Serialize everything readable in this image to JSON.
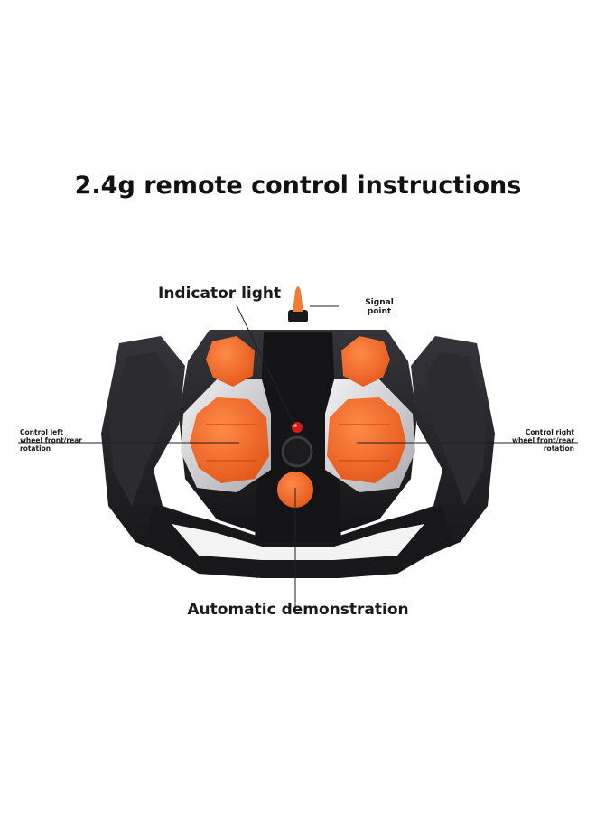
{
  "title": "2.4g remote control instructions",
  "labels": {
    "indicator_light": "Indicator light",
    "signal_point_line1": "Signal",
    "signal_point_line2": "point",
    "left_line1": "Control left",
    "left_line2": "wheel front/rear",
    "left_line3": "rotation",
    "right_line1": "Control right",
    "right_line2": "wheel front/rear",
    "right_line3": "rotation",
    "auto_demo": "Automatic demonstration"
  },
  "colors": {
    "body": "#1f1f22",
    "accent": "#f26a2a",
    "silver": "#d9d9de",
    "led": "#d11a1a"
  }
}
